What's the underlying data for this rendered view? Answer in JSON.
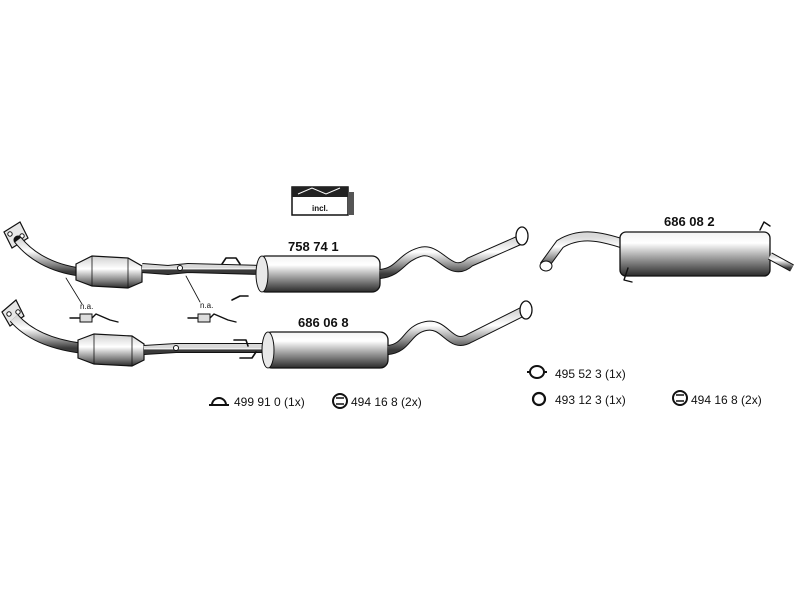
{
  "parts": {
    "front_muffler": "758 74 1",
    "rear_muffler": "686 08 2",
    "alt_front_muffler": "686 06 8"
  },
  "notes": {
    "incl": "incl.",
    "na": "n.a."
  },
  "accessories": {
    "clamp_front": "499 91 0 (1x)",
    "mount_front": "494 16 8 (2x)",
    "clamp_rear": "495 52 3 (1x)",
    "ring_rear": "493 12 3 (1x)",
    "mount_rear": "494 16 8 (2x)"
  }
}
